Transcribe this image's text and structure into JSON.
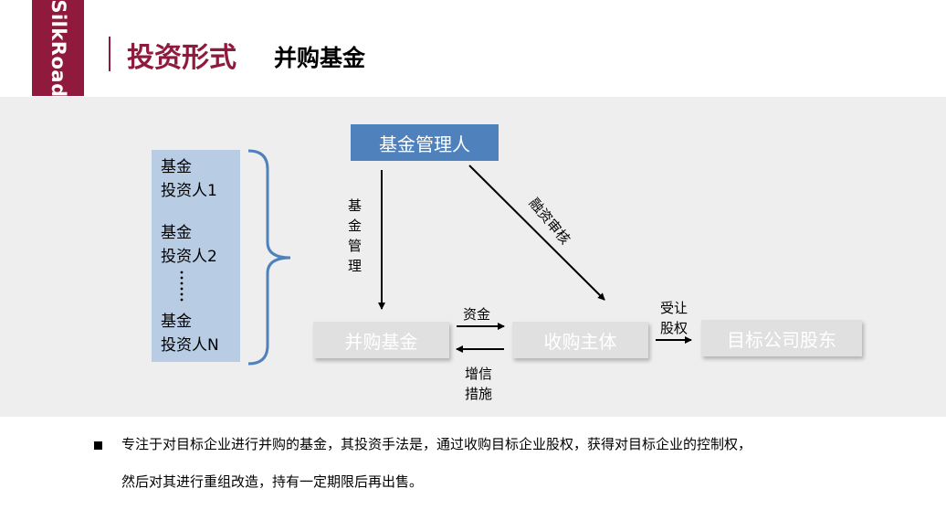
{
  "logo": {
    "text": "SilkRoad"
  },
  "header": {
    "title": "投资形式",
    "subtitle": "并购基金"
  },
  "diagram": {
    "investors": {
      "inv1_line1": "基金",
      "inv1_line2": "投资人1",
      "inv2_line1": "基金",
      "inv2_line2": "投资人2",
      "invN_line1": "基金",
      "invN_line2": "投资人N"
    },
    "manager": "基金管理人",
    "merger_fund": "并购基金",
    "acquirer": "收购主体",
    "target_equity": "目标公司股东",
    "label_management": [
      "基",
      "金",
      "管",
      "理"
    ],
    "label_review": "融资审核",
    "label_funds": "资金",
    "label_credit_1": "增信",
    "label_credit_2": "措施",
    "label_transfer_1": "受让",
    "label_transfer_2": "股权"
  },
  "description": {
    "line1": "专注于对目标企业进行并购的基金，其投资手法是，通过收购目标企业股权，获得对目标企业的控制权，",
    "line2": "然后对其进行重组改造，持有一定期限后再出售。"
  }
}
